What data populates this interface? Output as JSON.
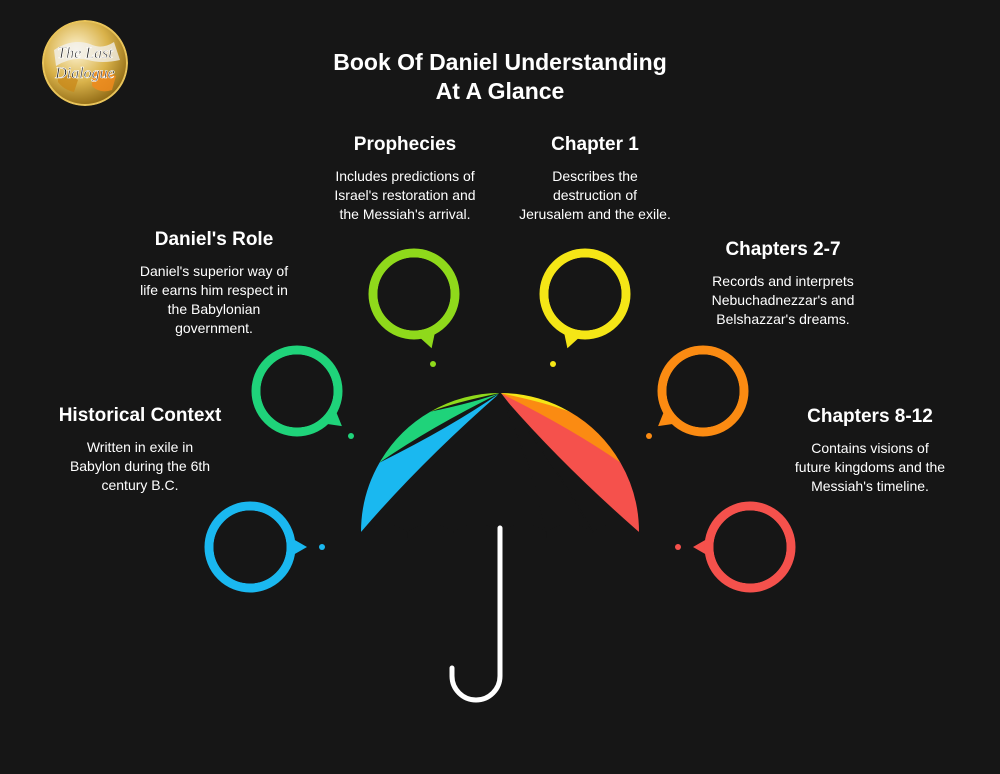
{
  "logo": {
    "text_line1": "The Last",
    "text_line2": "Dialogue"
  },
  "title": {
    "line1": "Book Of Daniel Understanding",
    "line2": "At A Glance"
  },
  "sections": [
    {
      "id": "historical-context",
      "heading": "Historical Context",
      "lines": [
        "Written in exile in",
        "Babylon during the 6th",
        "century B.C."
      ],
      "color": "#1ab8f0"
    },
    {
      "id": "daniels-role",
      "heading": "Daniel's Role",
      "lines": [
        "Daniel's superior way of",
        "life earns him respect in",
        "the Babylonian",
        "government."
      ],
      "color": "#1fd37a"
    },
    {
      "id": "prophecies",
      "heading": "Prophecies",
      "lines": [
        "Includes predictions of",
        "Israel's restoration and",
        "the Messiah's arrival."
      ],
      "color": "#8fd91b"
    },
    {
      "id": "chapter-1",
      "heading": "Chapter 1",
      "lines": [
        "Describes the",
        "destruction of",
        "Jerusalem and the exile."
      ],
      "color": "#f5e616"
    },
    {
      "id": "chapters-2-7",
      "heading": "Chapters 2-7",
      "lines": [
        "Records and interprets",
        "Nebuchadnezzar's and",
        "Belshazzar's dreams."
      ],
      "color": "#fb8b12"
    },
    {
      "id": "chapters-8-12",
      "heading": "Chapters 8-12",
      "lines": [
        "Contains visions of",
        "future kingdoms and the",
        "Messiah's timeline."
      ],
      "color": "#f5514c"
    }
  ],
  "umbrella": {
    "panel_colors": [
      "#1ab8f0",
      "#1fd37a",
      "#8fd91b",
      "#f5e616",
      "#fb8b12",
      "#f5514c"
    ],
    "handle_color": "#ffffff"
  }
}
